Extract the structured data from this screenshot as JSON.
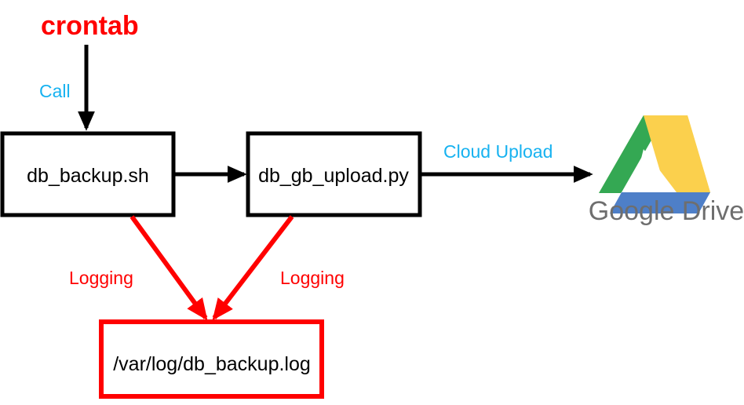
{
  "diagram": {
    "title": "crontab",
    "nodes": [
      {
        "id": "backup",
        "label": "db_backup.sh",
        "border_color": "#000000"
      },
      {
        "id": "upload",
        "label": "db_gb_upload.py",
        "border_color": "#000000"
      },
      {
        "id": "logfile",
        "label": "/var/log/db_backup.log",
        "border_color": "#FF0000"
      }
    ],
    "edges": [
      {
        "id": "crontab-call",
        "label": "Call",
        "color": "#17B2F0",
        "from": "crontab",
        "to": "backup"
      },
      {
        "id": "backup-upload",
        "label": "",
        "color": "#000000",
        "from": "backup",
        "to": "upload"
      },
      {
        "id": "upload-drive",
        "label": "Cloud Upload",
        "color": "#17B2F0",
        "from": "upload",
        "to": "google-drive"
      },
      {
        "id": "backup-log",
        "label": "Logging",
        "color": "#FF0000",
        "from": "backup",
        "to": "logfile"
      },
      {
        "id": "upload-log",
        "label": "Logging",
        "color": "#FF0000",
        "from": "upload",
        "to": "logfile"
      }
    ],
    "brand": {
      "name": "Google Drive",
      "logo_colors": {
        "green": "#34A853",
        "yellow": "#FBD04D",
        "blue": "#4E7FC8"
      },
      "text_color": "#6E6E6E"
    }
  }
}
